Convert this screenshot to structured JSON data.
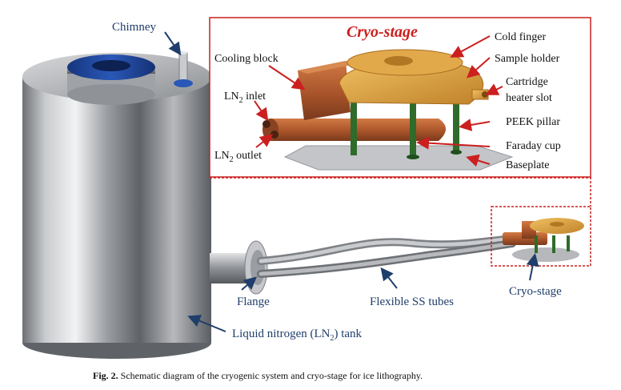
{
  "inset": {
    "title": "Cryo-stage",
    "labels": {
      "cold_finger": "Cold finger",
      "sample_holder": "Sample holder",
      "cartridge_line1": "Cartridge",
      "cartridge_line2": "heater slot",
      "peek_pillar": "PEEK pillar",
      "faraday_cup": "Faraday cup",
      "baseplate": "Baseplate",
      "cooling_block": "Cooling block",
      "ln2_inlet_prefix": "LN",
      "ln2_inlet_sub": "2",
      "ln2_inlet_suffix": " inlet",
      "ln2_outlet_prefix": "LN",
      "ln2_outlet_sub": "2",
      "ln2_outlet_suffix": " outlet"
    }
  },
  "main": {
    "labels": {
      "chimney": "Chimney",
      "flange": "Flange",
      "flexible_tubes": "Flexible SS tubes",
      "cryo_stage": "Cryo-stage",
      "tank_prefix": "Liquid nitrogen (LN",
      "tank_sub": "2",
      "tank_suffix": ") tank"
    }
  },
  "caption": {
    "number": "Fig. 2.",
    "text": "Schematic diagram of the cryogenic system and cryo-stage for ice lithography."
  },
  "colors": {
    "inset_border": "#cc1f1f",
    "arrow_red": "#cc1f1f",
    "arrow_blue": "#1f3e6b",
    "copper": "#b8602f",
    "gold": "#d99a3a",
    "pillar": "#2f6b2a",
    "steel": "#a9abae"
  }
}
